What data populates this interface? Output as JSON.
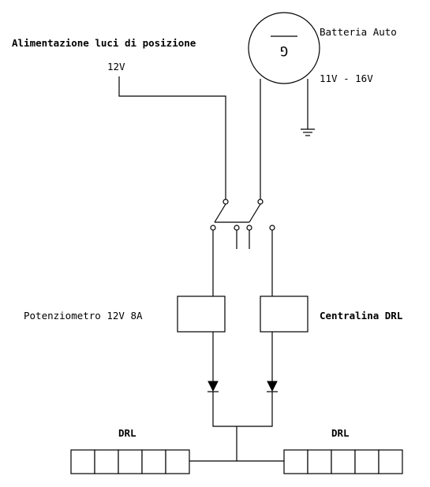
{
  "labels": {
    "power_title": "Alimentazione luci di posizione",
    "power_voltage": "12V",
    "battery_name": "Batteria Auto",
    "battery_voltage": "11V - 16V",
    "battery_symbol": "G",
    "potentiometer": "Potenziometro 12V 8A",
    "drl_unit": "Centralina DRL",
    "drl_left": "DRL",
    "drl_right": "DRL"
  },
  "led_strips": {
    "left_segments": 5,
    "right_segments": 5
  },
  "colors": {
    "line": "#000000",
    "background": "#ffffff"
  }
}
